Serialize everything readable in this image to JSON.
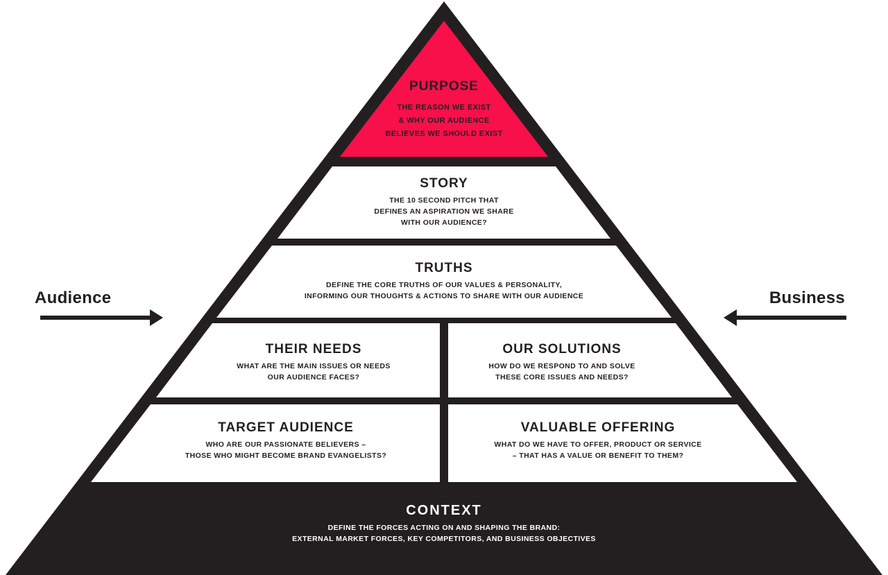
{
  "colors": {
    "ink": "#231f20",
    "accent_pink": "#f7104a",
    "paper": "#ffffff"
  },
  "side_annotations": {
    "audience": {
      "label": "Audience",
      "arrow_direction": "right"
    },
    "business": {
      "label": "Business",
      "arrow_direction": "left"
    }
  },
  "pyramid": {
    "levels": [
      {
        "id": "purpose",
        "title": "PURPOSE",
        "description": "THE REASON WE EXIST\n& WHY OUR AUDIENCE\nBELIEVES WE SHOULD EXIST",
        "highlight_color": "#f7104a"
      },
      {
        "id": "story",
        "title": "STORY",
        "description": "THE 10 SECOND PITCH THAT\nDEFINES AN ASPIRATION WE SHARE\nWITH OUR AUDIENCE?"
      },
      {
        "id": "truths",
        "title": "TRUTHS",
        "description": "DEFINE THE CORE TRUTHS OF OUR VALUES & PERSONALITY,\nINFORMING OUR THOUGHTS & ACTIONS TO SHARE WITH OUR AUDIENCE"
      },
      {
        "id": "their-needs",
        "title": "THEIR NEEDS",
        "description": "WHAT ARE THE MAIN ISSUES OR NEEDS\nOUR AUDIENCE FACES?",
        "side": "audience"
      },
      {
        "id": "our-solutions",
        "title": "OUR SOLUTIONS",
        "description": "HOW DO WE RESPOND TO AND SOLVE\nTHESE CORE ISSUES AND NEEDS?",
        "side": "business"
      },
      {
        "id": "target-audience",
        "title": "TARGET AUDIENCE",
        "description": "WHO ARE OUR PASSIONATE BELIEVERS –\nTHOSE WHO MIGHT BECOME BRAND EVANGELISTS?",
        "side": "audience"
      },
      {
        "id": "valuable-offering",
        "title": "VALUABLE OFFERING",
        "description": "WHAT DO WE HAVE TO OFFER, PRODUCT OR SERVICE\n– THAT HAS A VALUE OR BENEFIT TO THEM?",
        "side": "business"
      },
      {
        "id": "context",
        "title": "CONTEXT",
        "description": "DEFINE THE FORCES ACTING ON AND SHAPING THE BRAND:\nEXTERNAL MARKET FORCES, KEY COMPETITORS, AND BUSINESS OBJECTIVES",
        "inverted": true
      }
    ]
  }
}
